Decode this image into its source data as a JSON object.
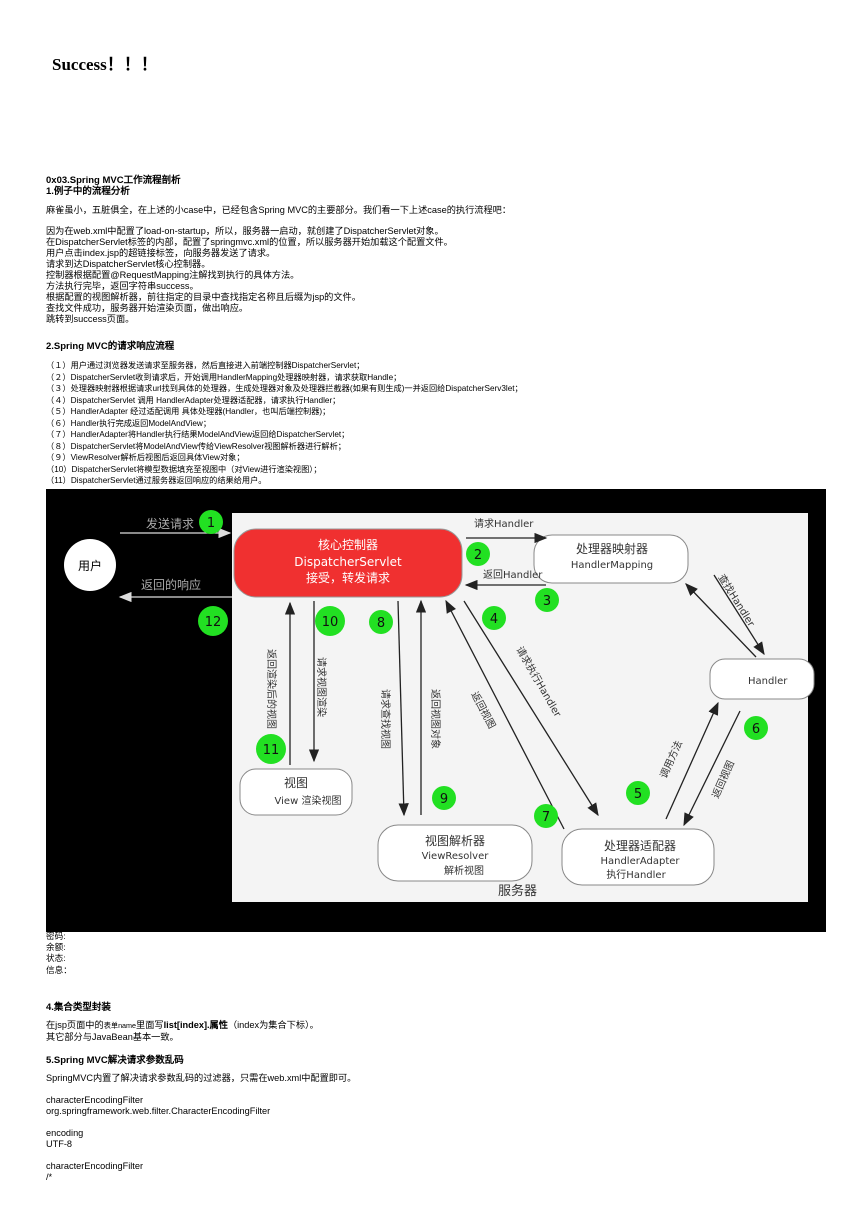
{
  "success": "Success！！！",
  "section_title": "0x03.Spring MVC工作流程剖析",
  "sub1": "1.例子中的流程分析",
  "intro": "麻雀虽小，五脏俱全，在上述的小case中，已经包含Spring MVC的主要部分。我们看一下上述case的执行流程吧：",
  "steps1": [
    "因为在web.xml中配置了load-on-startup，所以，服务器一启动，就创建了DispatcherServlet对象。",
    "在DispatcherServlet标签的内部，配置了springmvc.xml的位置，所以服务器开始加载这个配置文件。",
    "用户点击index.jsp的超链接标签，向服务器发送了请求。",
    "请求到达DispatcherServlet核心控制器。",
    "控制器根据配置@RequestMapping注解找到执行的具体方法。",
    "方法执行完毕，返回字符串success。",
    "根据配置的视图解析器，前往指定的目录中查找指定名称且后缀为jsp的文件。",
    "查找文件成功，服务器开始渲染页面，做出响应。",
    "跳转到success页面。"
  ],
  "sub2": "2.Spring MVC的请求响应流程",
  "steps2": [
    "（１）用户通过浏览器发送请求至服务器，然后直接进入前端控制器DispatcherServlet；",
    "（２）DispatcherServlet收到请求后，开始调用HandlerMapping处理器映射器，请求获取Handle；",
    "（３）处理器映射器根据请求url找到具体的处理器，生成处理器对象及处理器拦截器(如果有则生成)一并返回给DispatcherServ3let；",
    "（４）DispatcherServlet 调用 HandlerAdapter处理器适配器，请求执行Handler；",
    "（５）HandlerAdapter 经过适配调用 具体处理器(Handler，也叫后端控制器)；",
    "（６）Handler执行完成返回ModelAndView；",
    "（７）HandlerAdapter将Handler执行结果ModelAndView返回给DispatcherServlet；",
    "（８）DispatcherServlet将ModelAndView传给ViewResolver视图解析器进行解析；",
    "（９）ViewResolver解析后视图后返回具体View对象；",
    "（10）DispatcherServlet将模型数据填充至视图中（对View进行渲染视图）；",
    "（11）DispatcherServlet通过服务器返回响应的结果给用户。"
  ],
  "diagram": {
    "user": "用户",
    "send_request": "发送请求",
    "return_response": "返回的响应",
    "core_title": "核心控制器",
    "core_name": "DispatcherServlet",
    "core_desc": "接受，转发请求",
    "request_handler": "请求Handler",
    "return_handler": "返回Handler",
    "mapping_title": "处理器映射器",
    "mapping_name": "HandlerMapping",
    "find_handler": "查找Handler",
    "handler": "Handler",
    "call_method": "调用方法",
    "return_view_6": "返回视图",
    "adapter_title": "处理器适配器",
    "adapter_name": "HandlerAdapter",
    "adapter_desc": "执行Handler",
    "request_exec_handler": "请求执行Handler",
    "return_view_7": "返回视图",
    "request_find_view": "请求查找视图",
    "return_view_obj": "返回视图对象",
    "resolver_title": "视图解析器",
    "resolver_name": "ViewResolver",
    "resolver_desc": "解析视图",
    "view_title": "视图",
    "view_desc": "View 渲染视图",
    "request_render": "请求视图渲染",
    "return_rendered": "返回渲染后的视图",
    "server": "服务器",
    "numbers": [
      "1",
      "2",
      "3",
      "4",
      "5",
      "6",
      "7",
      "8",
      "9",
      "10",
      "11",
      "12"
    ]
  },
  "after_lines": [
    "密码:",
    "余额:",
    "状态:",
    "信息："
  ],
  "sub4": "4.集合类型封装",
  "sub4_line1_pre": "在jsp页面中的",
  "sub4_line1_small": "表单name",
  "sub4_line1_mid": "里面写",
  "sub4_line1_bold": "list[index].属性",
  "sub4_line1_post": "（index为集合下标）。",
  "sub4_line2": "其它部分与JavaBean基本一致。",
  "sub5": "5.Spring MVC解决请求参数乱码",
  "sub5_line": "SpringMVC内置了解决请求参数乱码的过滤器，只需在web.xml中配置即可。",
  "code": [
    "characterEncodingFilter",
    "org.springframework.web.filter.CharacterEncodingFilter",
    "",
    "encoding",
    "UTF-8",
    "",
    "characterEncodingFilter",
    "/*"
  ]
}
